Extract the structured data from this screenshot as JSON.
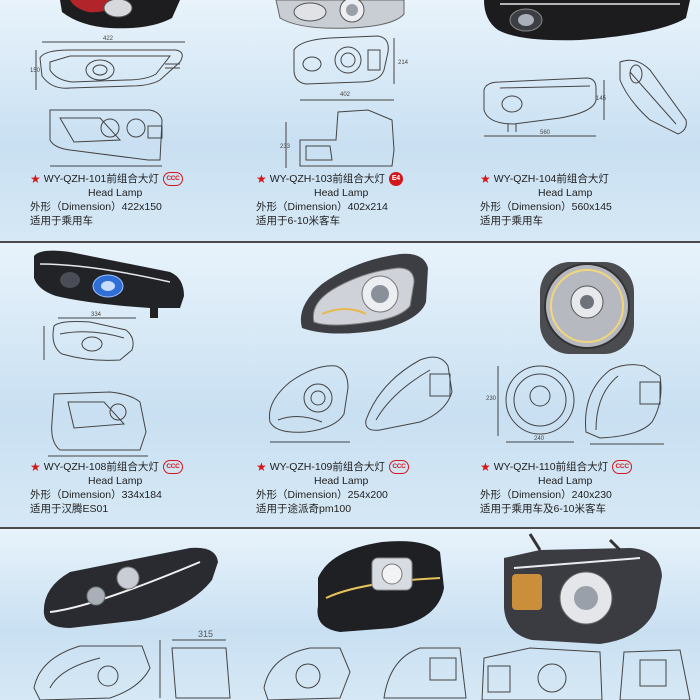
{
  "products": [
    {
      "model": "WY-QZH-101前组合大灯",
      "cert": "CCC",
      "en": "Head Lamp",
      "dim_label": "外形（Dimension）422x150",
      "fit": "适用于乘用车"
    },
    {
      "model": "WY-QZH-103前组合大灯",
      "cert": "E4",
      "en": "Head Lamp",
      "dim_label": "外形（Dimension）402x214",
      "fit": "适用于6-10米客车"
    },
    {
      "model": "WY-QZH-104前组合大灯",
      "cert": "",
      "en": "Head Lamp",
      "dim_label": "外形（Dimension）560x145",
      "fit": "适用于乘用车"
    },
    {
      "model": "WY-QZH-108前组合大灯",
      "cert": "CCC",
      "en": "Head Lamp",
      "dim_label": "外形（Dimension）334x184",
      "fit": "适用于汉腾ES01"
    },
    {
      "model": "WY-QZH-109前组合大灯",
      "cert": "CCC",
      "en": "Head Lamp",
      "dim_label": "外形（Dimension）254x200",
      "fit": "适用于途派奇pm100"
    },
    {
      "model": "WY-QZH-110前组合大灯",
      "cert": "CCC",
      "en": "Head Lamp",
      "dim_label": "外形（Dimension）240x230",
      "fit": "适用于乘用车及6-10米客车"
    }
  ],
  "drawing_dims": {
    "d101_width": "422",
    "d101_height": "150",
    "d103_width": "402",
    "d103_height": "214",
    "d104_width": "560",
    "d104_height": "145",
    "d108_width": "334",
    "d110_width": "240",
    "d110_height": "230",
    "row3_width": "315"
  },
  "colors": {
    "accent_red": "#d4171b",
    "divider": "#4b4b4b",
    "background": "#d8e9f5"
  }
}
